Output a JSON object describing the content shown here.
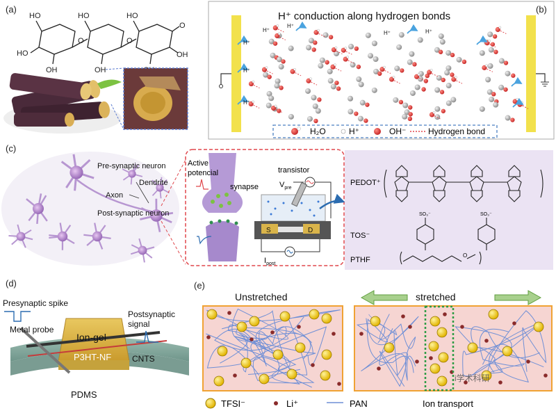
{
  "panels": {
    "a": {
      "label": "(a)"
    },
    "b": {
      "label": "(b)",
      "title": "H⁺ conduction along hydrogen bonds",
      "proton": "H⁺",
      "legend": {
        "water": "H₂O",
        "proton": "H⁺",
        "hydroxide": "OH⁻",
        "hbond": "Hydrogen bond"
      }
    },
    "c": {
      "label": "(c)",
      "presynaptic": "Pre-synaptic neuron",
      "axon": "Axon",
      "dendrite": "Dendrite",
      "postsynaptic": "Post-synaptic neuron",
      "active1": "Active",
      "active2": "potencial",
      "synapse": "synapse",
      "transistor": "transistor",
      "vpre": "V",
      "vpre_sub": "pre",
      "s": "S",
      "d": "D",
      "ipost": "I",
      "ipost_sub": "post",
      "pedot": "PEDOT⁺",
      "tos": "TOS⁻",
      "pthf": "PTHF",
      "so3": "SO₃⁻"
    },
    "d": {
      "label": "(d)",
      "presynaptic_spike": "Presynaptic spike",
      "metal_probe": "Metal probe",
      "iongel": "Ion-gel",
      "postsynaptic1": "Postsynaptic",
      "postsynaptic2": "signal",
      "p3ht": "P3HT-NF",
      "cnts": "CNTS",
      "pdms": "PDMS"
    },
    "e": {
      "label": "(e)",
      "unstretched": "Unstretched",
      "stretched": "stretched",
      "legend": {
        "tfsi": "TFSI⁻",
        "li": "Li⁺",
        "pan": "PAN",
        "ion_transport": "Ion transport"
      },
      "watermark": "i学术科研"
    }
  },
  "colors": {
    "electrode": "#f2e14c",
    "panel_b_border": "#999999",
    "dashed_red": "#e0474c",
    "dashed_blue": "#4a7fc1",
    "lavender": "#ebe3f3",
    "membrane": "#f6d5d2",
    "frame_orange": "#f0a233",
    "arrow_green": "#a8d08d"
  }
}
